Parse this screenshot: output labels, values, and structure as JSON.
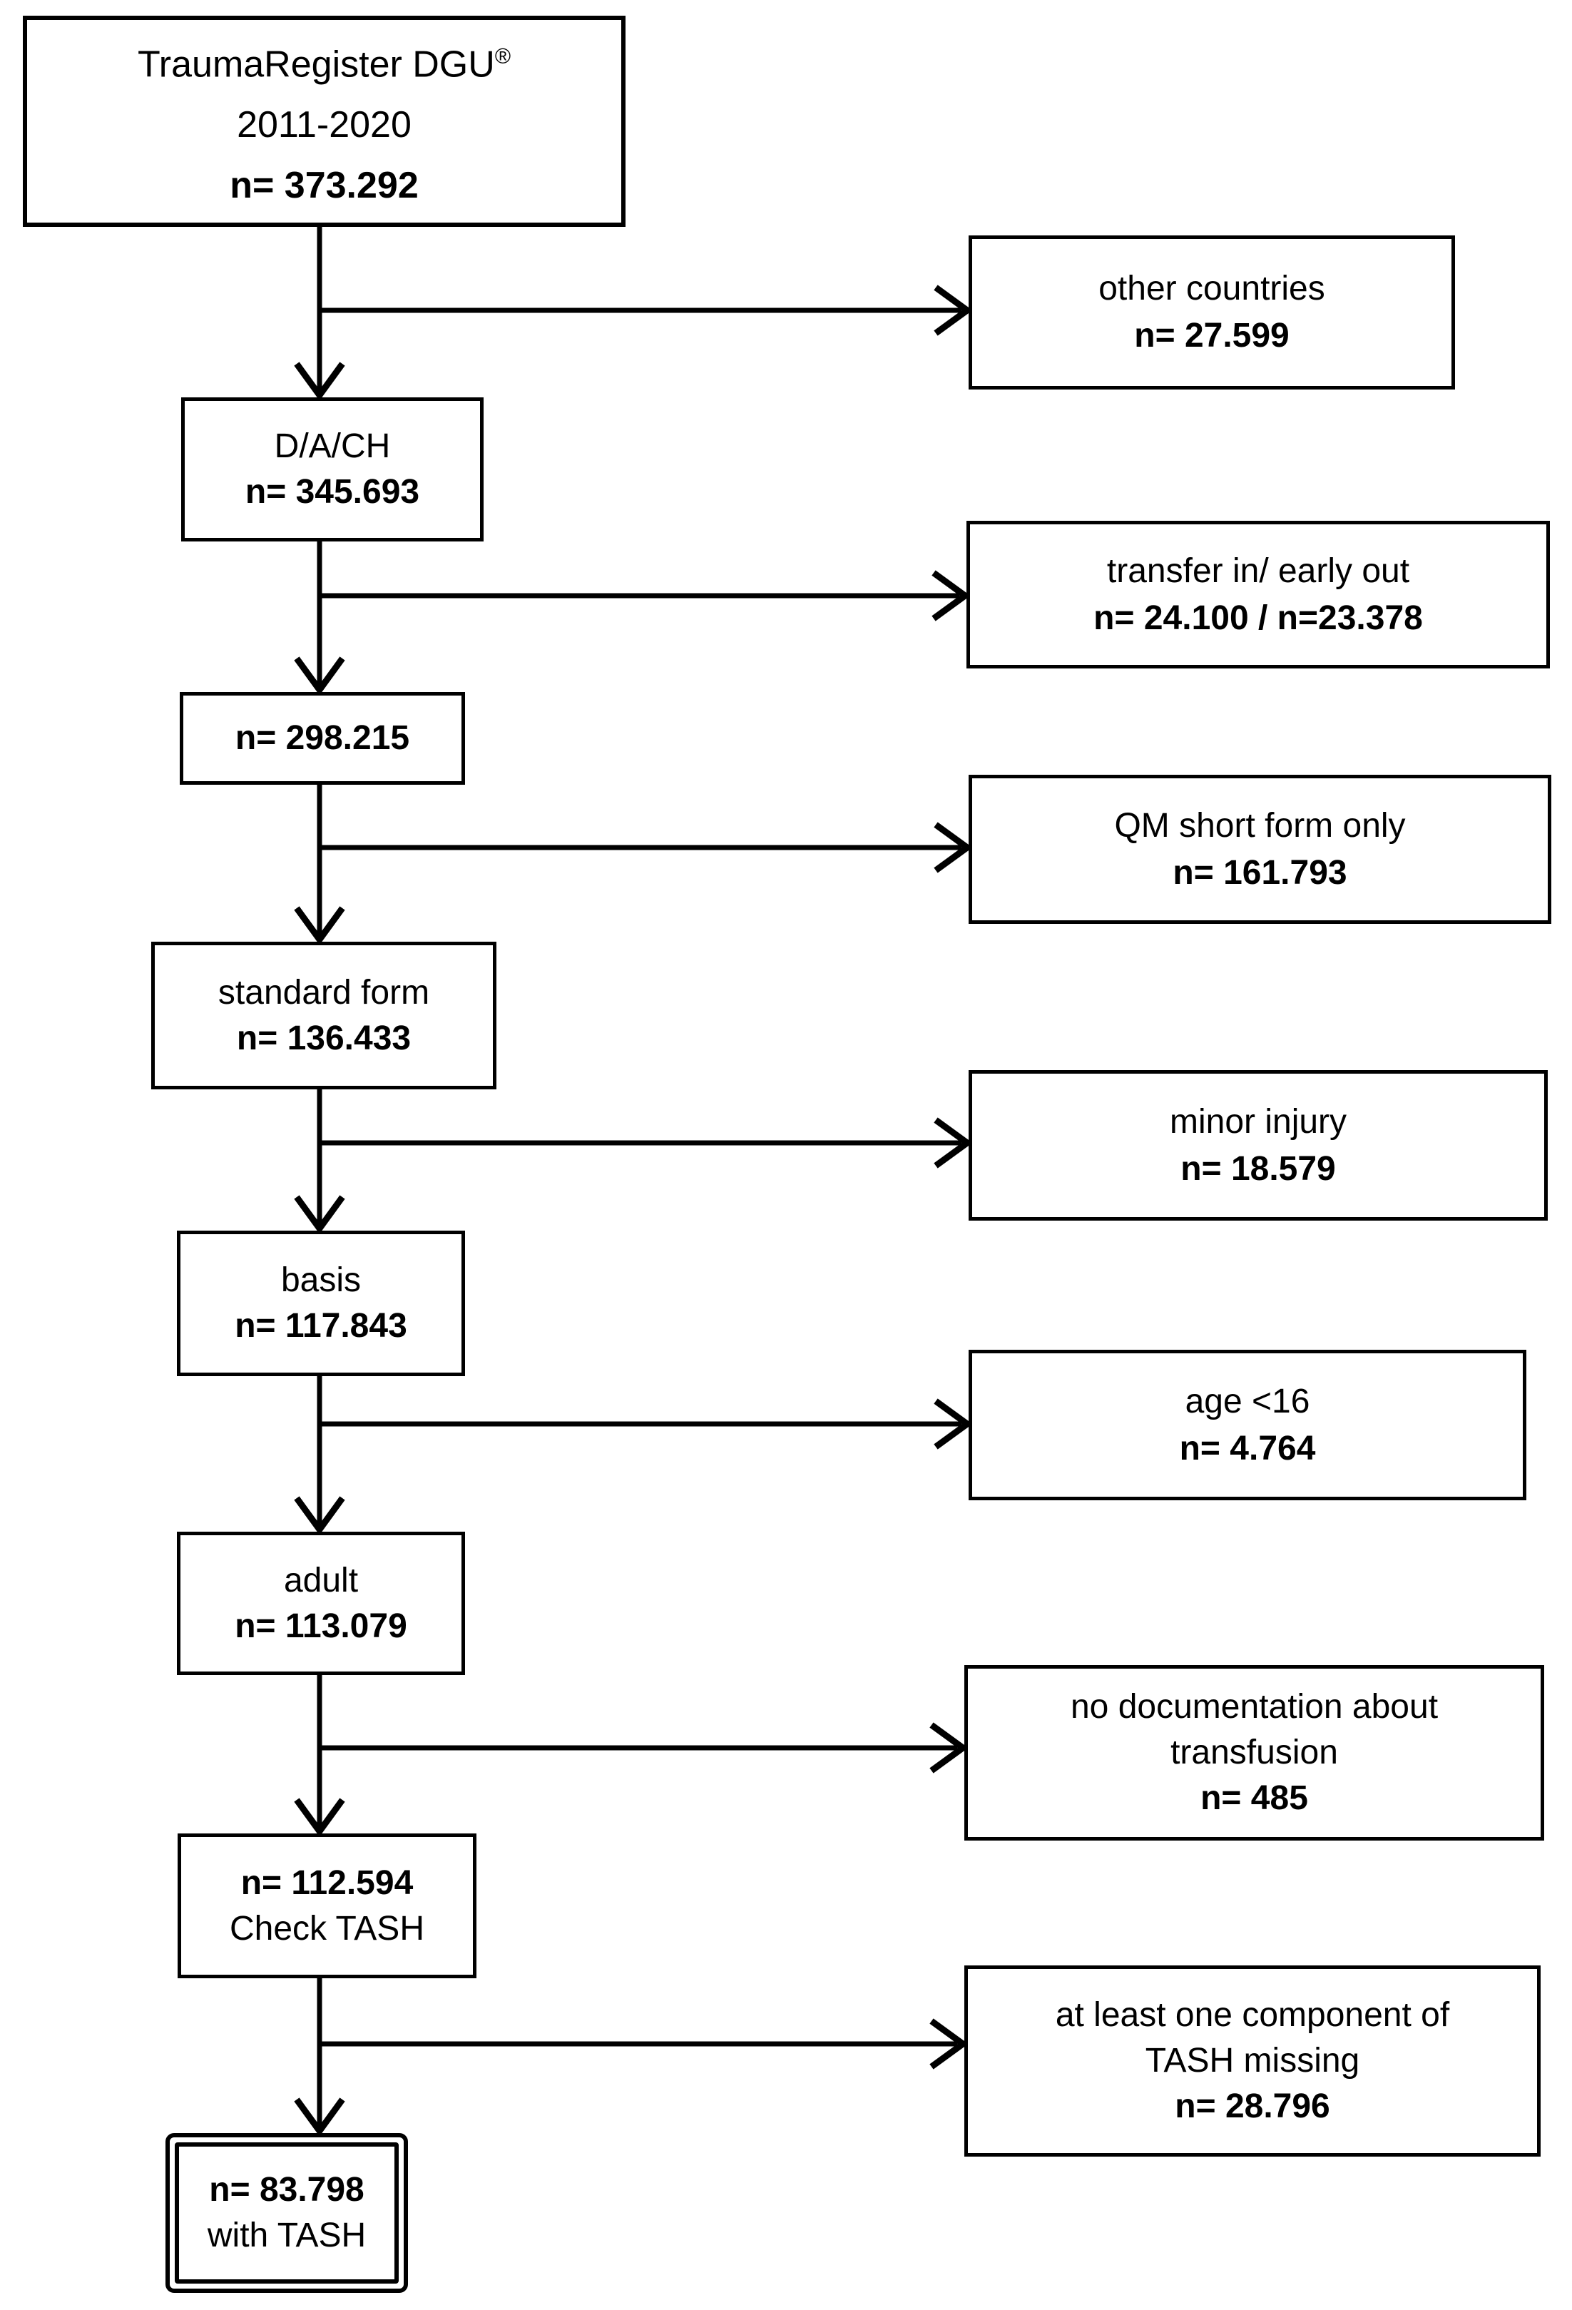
{
  "flow": {
    "nodes": [
      {
        "title": "TraumaRegister DGU",
        "reg": "®",
        "subtitle": "2011-2020",
        "n": "n= 373.292"
      },
      {
        "label": "D/A/CH",
        "n": "n= 345.693"
      },
      {
        "n": "n= 298.215"
      },
      {
        "label": "standard form",
        "n": "n= 136.433"
      },
      {
        "label": "basis",
        "n": "n= 117.843"
      },
      {
        "label": "adult",
        "n": "n= 113.079"
      },
      {
        "n": "n= 112.594",
        "label": "Check TASH"
      },
      {
        "n": "n= 83.798",
        "label": "with TASH"
      }
    ],
    "exclusions": [
      {
        "label_lines": [
          "other countries"
        ],
        "n": "n= 27.599"
      },
      {
        "label_lines": [
          "transfer in/ early out"
        ],
        "n": "n= 24.100 / n=23.378"
      },
      {
        "label_lines": [
          "QM short form only"
        ],
        "n": "n= 161.793"
      },
      {
        "label_lines": [
          "minor injury"
        ],
        "n": "n= 18.579"
      },
      {
        "label_lines": [
          "age <16"
        ],
        "n": "n= 4.764"
      },
      {
        "label_lines": [
          "no documentation about",
          "transfusion"
        ],
        "n": "n= 485"
      },
      {
        "label_lines": [
          "at least one component of",
          "TASH missing"
        ],
        "n": "n= 28.796"
      }
    ],
    "colors": {
      "line": "#000000",
      "background": "#ffffff"
    }
  }
}
